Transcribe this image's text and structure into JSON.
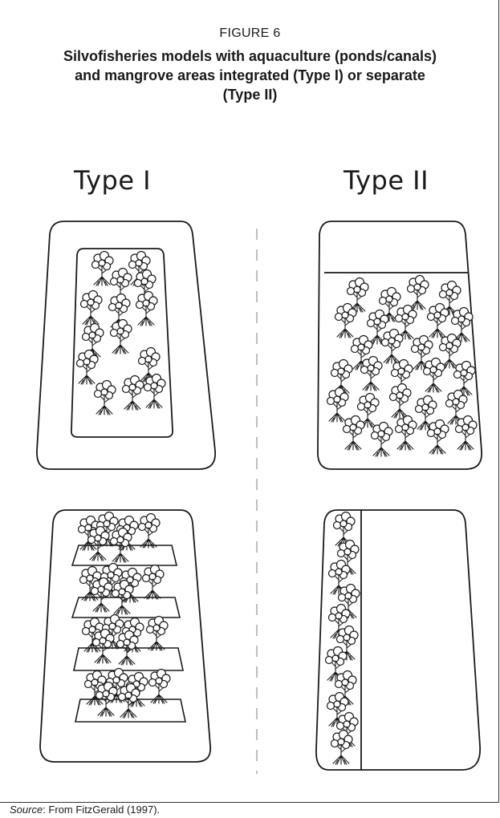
{
  "figure": {
    "label": "FIGURE 6",
    "title": "Silvofisheries models with aquaculture (ponds/canals) and mangrove areas integrated (Type I) or separate (Type II)"
  },
  "columns": {
    "type1": "Type I",
    "type2": "Type II"
  },
  "source": {
    "prefix": "Source",
    "text": ": From FitzGerald (1997)."
  },
  "colors": {
    "ink": "#1a1a1a",
    "divider": "#aaaaaa"
  },
  "icons": [
    "mangrove-tree-icon"
  ]
}
